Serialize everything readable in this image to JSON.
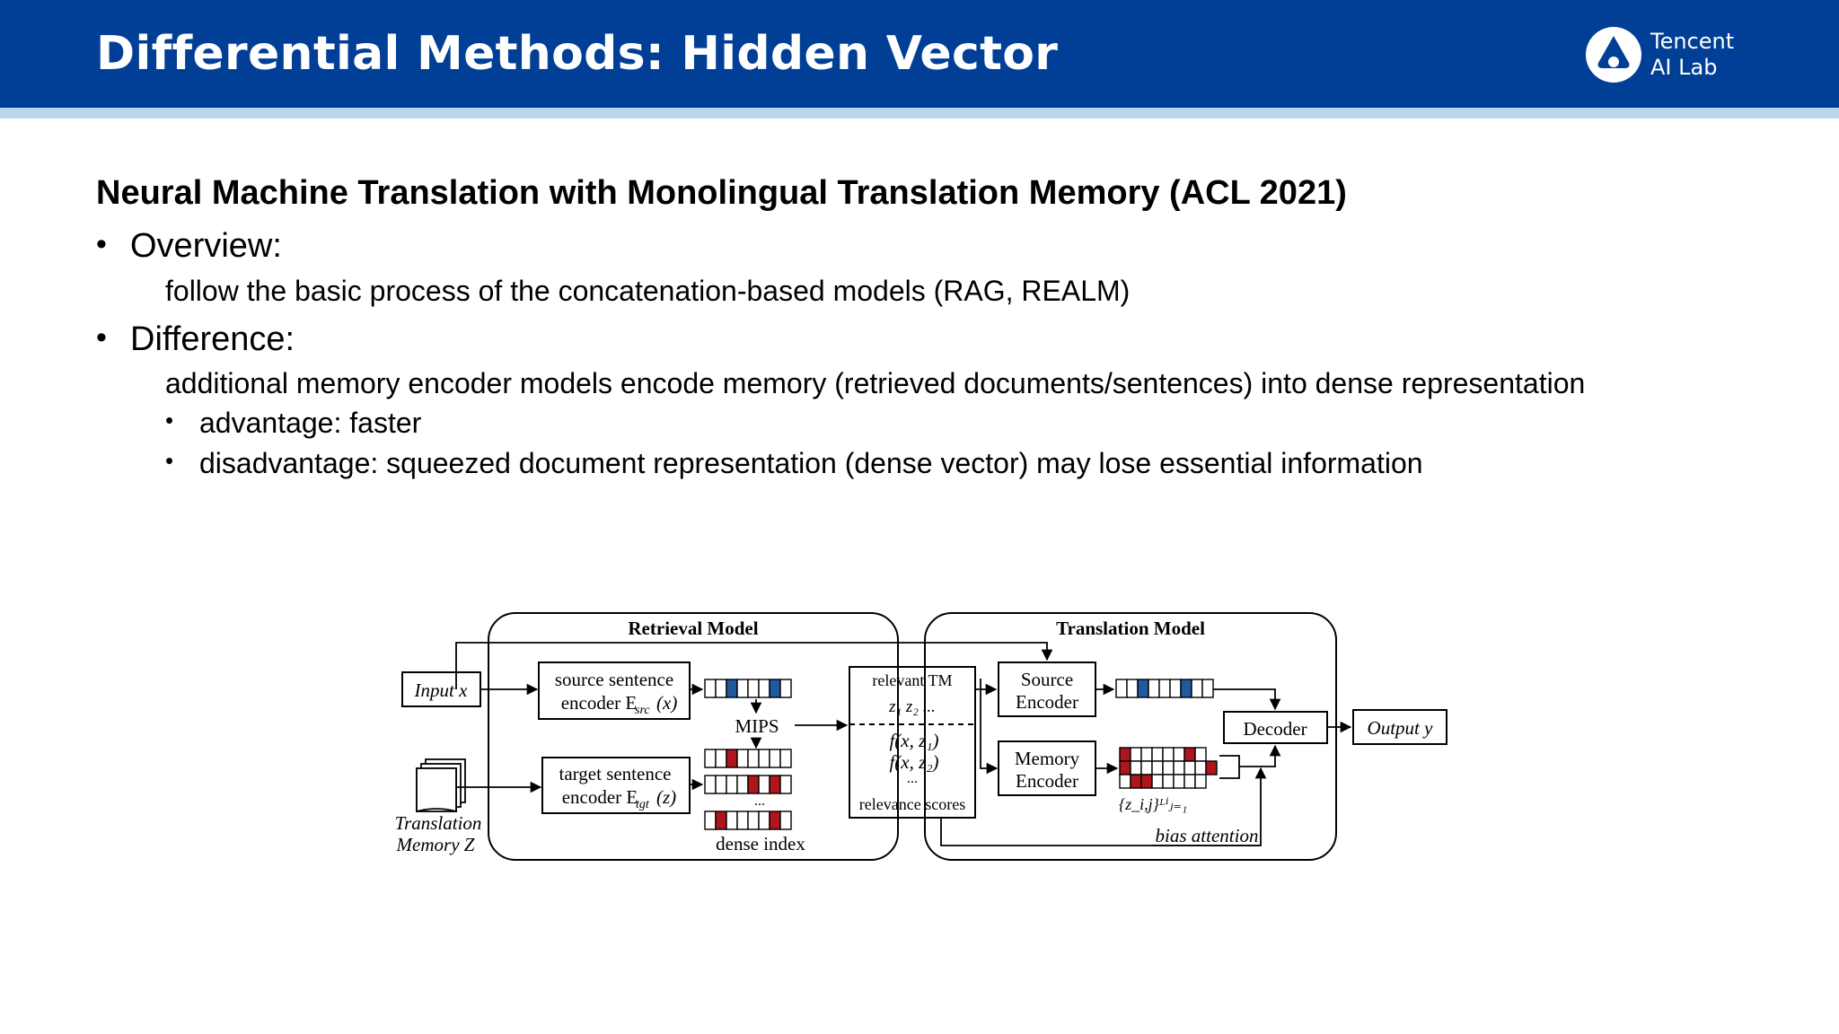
{
  "header": {
    "title": "Differential Methods: Hidden Vector",
    "logo": {
      "line1": "Tencent",
      "line2": "AI Lab",
      "icon": "tencent-ai-lab-logo-icon"
    }
  },
  "colors": {
    "header_bg": "#003f95",
    "header_stripe": "#b9d7ef",
    "highlight_blue": "#1f5aa0",
    "highlight_red": "#b0151c"
  },
  "main": {
    "paper_title": "Neural Machine Translation with Monolingual Translation Memory (ACL 2021)",
    "bullets": [
      {
        "label": "Overview:",
        "text": "follow the basic process of the concatenation-based models (RAG, REALM)"
      },
      {
        "label": "Difference:",
        "text": "additional memory encoder models encode memory (retrieved documents/sentences) into dense representation",
        "sub": [
          "advantage: faster",
          "disadvantage: squeezed document representation (dense vector) may lose essential information"
        ]
      }
    ]
  },
  "figure": {
    "retrieval_model": "Retrieval Model",
    "translation_model": "Translation Model",
    "input": "Input x",
    "src_encoder": [
      "source sentence",
      "encoder E"
    ],
    "src_sub": "src",
    "tgt_encoder": [
      "target sentence",
      "encoder E"
    ],
    "tgt_sub": "tgt",
    "mips": "MIPS",
    "ellipsis": "...",
    "dense_index": "dense index",
    "tm_label": [
      "Translation",
      "Memory Z"
    ],
    "relevant_tm": "relevant TM",
    "relevance_scores": "relevance scores",
    "source_encoder": [
      "Source",
      "Encoder"
    ],
    "memory_encoder": [
      "Memory",
      "Encoder"
    ],
    "decoder": "Decoder",
    "output": "Output y",
    "bias_attention": "bias attention"
  }
}
